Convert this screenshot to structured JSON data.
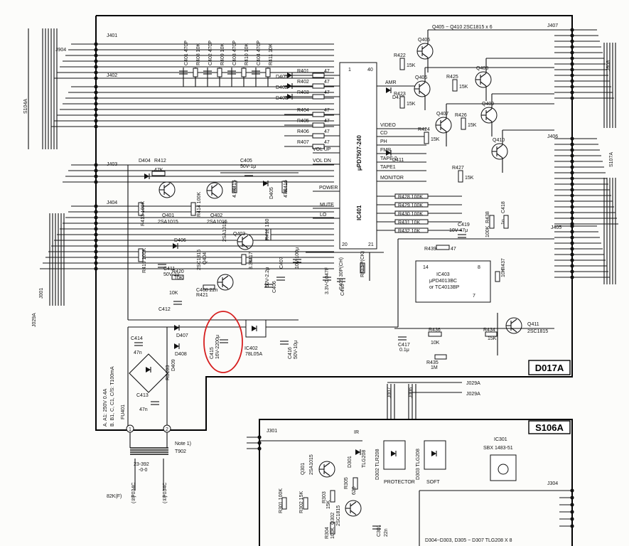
{
  "boards": {
    "d017a": "D017A",
    "s106a": "S106A"
  },
  "ic401": {
    "part": "μPD7507-240",
    "ref": "IC401",
    "pin_top_left": "1",
    "pin_top_right": "40",
    "pin_bottom_left": "20",
    "pin_bottom_right": "21"
  },
  "ic403": {
    "ref": "IC403",
    "part": "μPD4013BC",
    "alt": "or TC4013BP",
    "pin_left": "14",
    "pin_right": "8",
    "pin_bottom": "7"
  },
  "qarray": {
    "label": "Q405 ~ Q410  2SC1815 x 6"
  },
  "connectors": {
    "left": [
      "J401",
      "J402",
      "J403",
      "J404",
      "J904",
      "J001"
    ],
    "right": [
      "J407",
      "J406",
      "J405",
      "J608"
    ],
    "bottom": [
      "J301",
      "J304",
      "J007",
      "J006",
      "J029A",
      "J029A"
    ]
  },
  "side_labels": [
    "S104A",
    "J029A",
    "S107A"
  ],
  "ic_inputs": [
    {
      "ref": "R401",
      "value": "47"
    },
    {
      "ref": "R402",
      "value": "47"
    },
    {
      "ref": "R403",
      "value": "47"
    },
    {
      "ref": "R404",
      "value": "47"
    },
    {
      "ref": "R405",
      "value": "47"
    },
    {
      "ref": "R406",
      "value": "47"
    },
    {
      "ref": "R407",
      "value": "47"
    }
  ],
  "diodes_top": [
    "D401",
    "D402",
    "D403"
  ],
  "ic_pin_labels": [
    "AMR",
    "VIDEO",
    "CD",
    "PH",
    "FMR",
    "TAPE 2",
    "TAPE1",
    "MONITOR",
    "VOL UP",
    "VOL DN",
    "POWER",
    "MUTE",
    "LO"
  ],
  "ic_right_resistors": [
    {
      "ref": "R428",
      "value": "100K"
    },
    {
      "ref": "R429",
      "value": "100K"
    },
    {
      "ref": "R430",
      "value": "100K"
    },
    {
      "ref": "R431",
      "value": "10K"
    },
    {
      "ref": "R432",
      "value": "10K"
    }
  ],
  "top_caps": [
    "C401 470P",
    "R408 10K",
    "C402 470P",
    "R409 10K",
    "C403 470P",
    "R410 10K",
    "C404 470P",
    "R411 10K"
  ],
  "q_array_parts": [
    {
      "ref": "Q405",
      "res": "R422",
      "res_val": "15K"
    },
    {
      "ref": "Q406",
      "res": "R423",
      "res_val": "15K"
    },
    {
      "ref": "Q407",
      "res": "R424",
      "res_val": "15K"
    },
    {
      "ref": "Q408",
      "res": "R425",
      "res_val": "15K"
    },
    {
      "ref": "Q409",
      "res": "R426",
      "res_val": "15K"
    },
    {
      "ref": "Q410",
      "res": "R427",
      "res_val": "15K"
    }
  ],
  "q_array_diodes": [
    "D410",
    "D411"
  ],
  "left_parts": [
    "D404",
    "R412",
    "47K",
    "Q401",
    "2SA1015",
    "R413 100K",
    "R414 100K",
    "Q402",
    "2SA1015",
    "C405",
    "50V-1μ",
    "R415",
    "4.7K",
    "D405",
    "R416",
    "47K",
    "D406",
    "Q403",
    "2SA1015",
    "R418 150",
    "R419 100K",
    "C411",
    "50V-1μ",
    "R420",
    "10K",
    "Q404",
    "2SC1815",
    "R417",
    "3.3K",
    "C407",
    "10V-100μ",
    "C408 22n",
    "R421",
    "10K",
    "C412",
    "50V-2.2μ",
    "C406",
    "3.3V-0.047F",
    "C409 30P(CH)",
    "C410",
    "1.5P(CK)",
    "R433",
    "82K(F)"
  ],
  "ic403_parts": [
    "C419",
    "10V-47μ",
    "R439",
    "47",
    "R438",
    "100K",
    "C418",
    "1n",
    "R437",
    "10K",
    "R436",
    "10K",
    "R434",
    "15K",
    "Q411",
    "2SC1815",
    "C417",
    "0.1μ",
    "R435",
    "1M"
  ],
  "psu_parts": [
    "C414",
    "47n",
    "D407",
    "D408",
    "D409",
    "RB103",
    "C413",
    "47n",
    "C415",
    "16V-2200μ",
    "IC402",
    "78L05A",
    "C416",
    "50V-10μ",
    "FU401",
    "A. A1: 250V 0.4A",
    "B. B1, C, C1, C/S: T100mA",
    "T902",
    "Note 1)",
    "23-392",
    "-0-0",
    "P034C",
    "(②)",
    "P034C",
    "(①)"
  ],
  "s106_parts": [
    "IR",
    "Q301",
    "2SA1015",
    "D301",
    "TLG208",
    "D302 TLR208",
    "D303 TLG208",
    "IC301",
    "SBX 1483-51",
    "PROTECTOR",
    "SOFT",
    "R305",
    "620",
    "R303",
    "15K",
    "R302 15K",
    "R301 100K",
    "Q302",
    "2SC1815",
    "R304",
    "100K",
    "C301",
    "22n",
    "D304~D303, D305 ~ D307  TLG208 X 8"
  ]
}
